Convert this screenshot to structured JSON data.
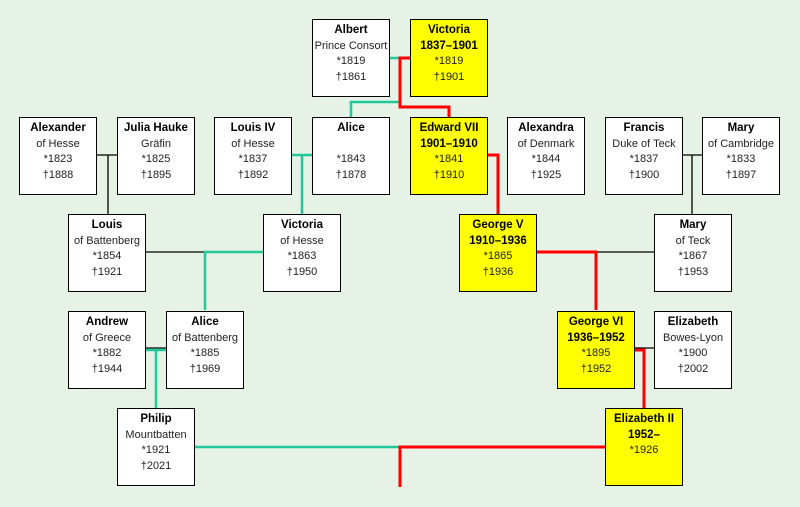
{
  "colors": {
    "royal_fill": "#ffff00",
    "line_red": "#ff0000",
    "line_green": "#20c89a",
    "line_black": "#000000",
    "background": "#e6f2e6"
  },
  "people": {
    "albert": {
      "name": "Albert",
      "title": "Prince Consort",
      "birth": "*1819",
      "death": "†1861"
    },
    "victoria": {
      "name": "Victoria",
      "reign": "1837–1901",
      "birth": "*1819",
      "death": "†1901"
    },
    "alexander": {
      "name": "Alexander",
      "title": "of Hesse",
      "birth": "*1823",
      "death": "†1888"
    },
    "julia": {
      "name": "Julia Hauke",
      "title": "Gräfin",
      "birth": "*1825",
      "death": "†1895"
    },
    "louis_iv": {
      "name": "Louis IV",
      "title": "of Hesse",
      "birth": "*1837",
      "death": "†1892"
    },
    "alice": {
      "name": "Alice",
      "birth": "*1843",
      "death": "†1878"
    },
    "edward_vii": {
      "name": "Edward VII",
      "reign": "1901–1910",
      "birth": "*1841",
      "death": "†1910"
    },
    "alexandra": {
      "name": "Alexandra",
      "title": "of Denmark",
      "birth": "*1844",
      "death": "†1925"
    },
    "francis": {
      "name": "Francis",
      "title": "Duke of Teck",
      "birth": "*1837",
      "death": "†1900"
    },
    "mary_camb": {
      "name": "Mary",
      "title": "of Cambridge",
      "birth": "*1833",
      "death": "†1897"
    },
    "louis_batt": {
      "name": "Louis",
      "title": "of Battenberg",
      "birth": "*1854",
      "death": "†1921"
    },
    "victoria_h": {
      "name": "Victoria",
      "title": "of Hesse",
      "birth": "*1863",
      "death": "†1950"
    },
    "george_v": {
      "name": "George V",
      "reign": "1910–1936",
      "birth": "*1865",
      "death": "†1936"
    },
    "mary_teck": {
      "name": "Mary",
      "title": "of Teck",
      "birth": "*1867",
      "death": "†1953"
    },
    "andrew": {
      "name": "Andrew",
      "title": "of Greece",
      "birth": "*1882",
      "death": "†1944"
    },
    "alice_batt": {
      "name": "Alice",
      "title": "of Battenberg",
      "birth": "*1885",
      "death": "†1969"
    },
    "george_vi": {
      "name": "George VI",
      "reign": "1936–1952",
      "birth": "*1895",
      "death": "†1952"
    },
    "elizabeth_bl": {
      "name": "Elizabeth",
      "title": "Bowes-Lyon",
      "birth": "*1900",
      "death": "†2002"
    },
    "philip": {
      "name": "Philip",
      "title": "Mountbatten",
      "birth": "*1921",
      "death": "†2021"
    },
    "elizabeth_ii": {
      "name": "Elizabeth II",
      "reign": "1952–",
      "birth": "*1926"
    }
  }
}
